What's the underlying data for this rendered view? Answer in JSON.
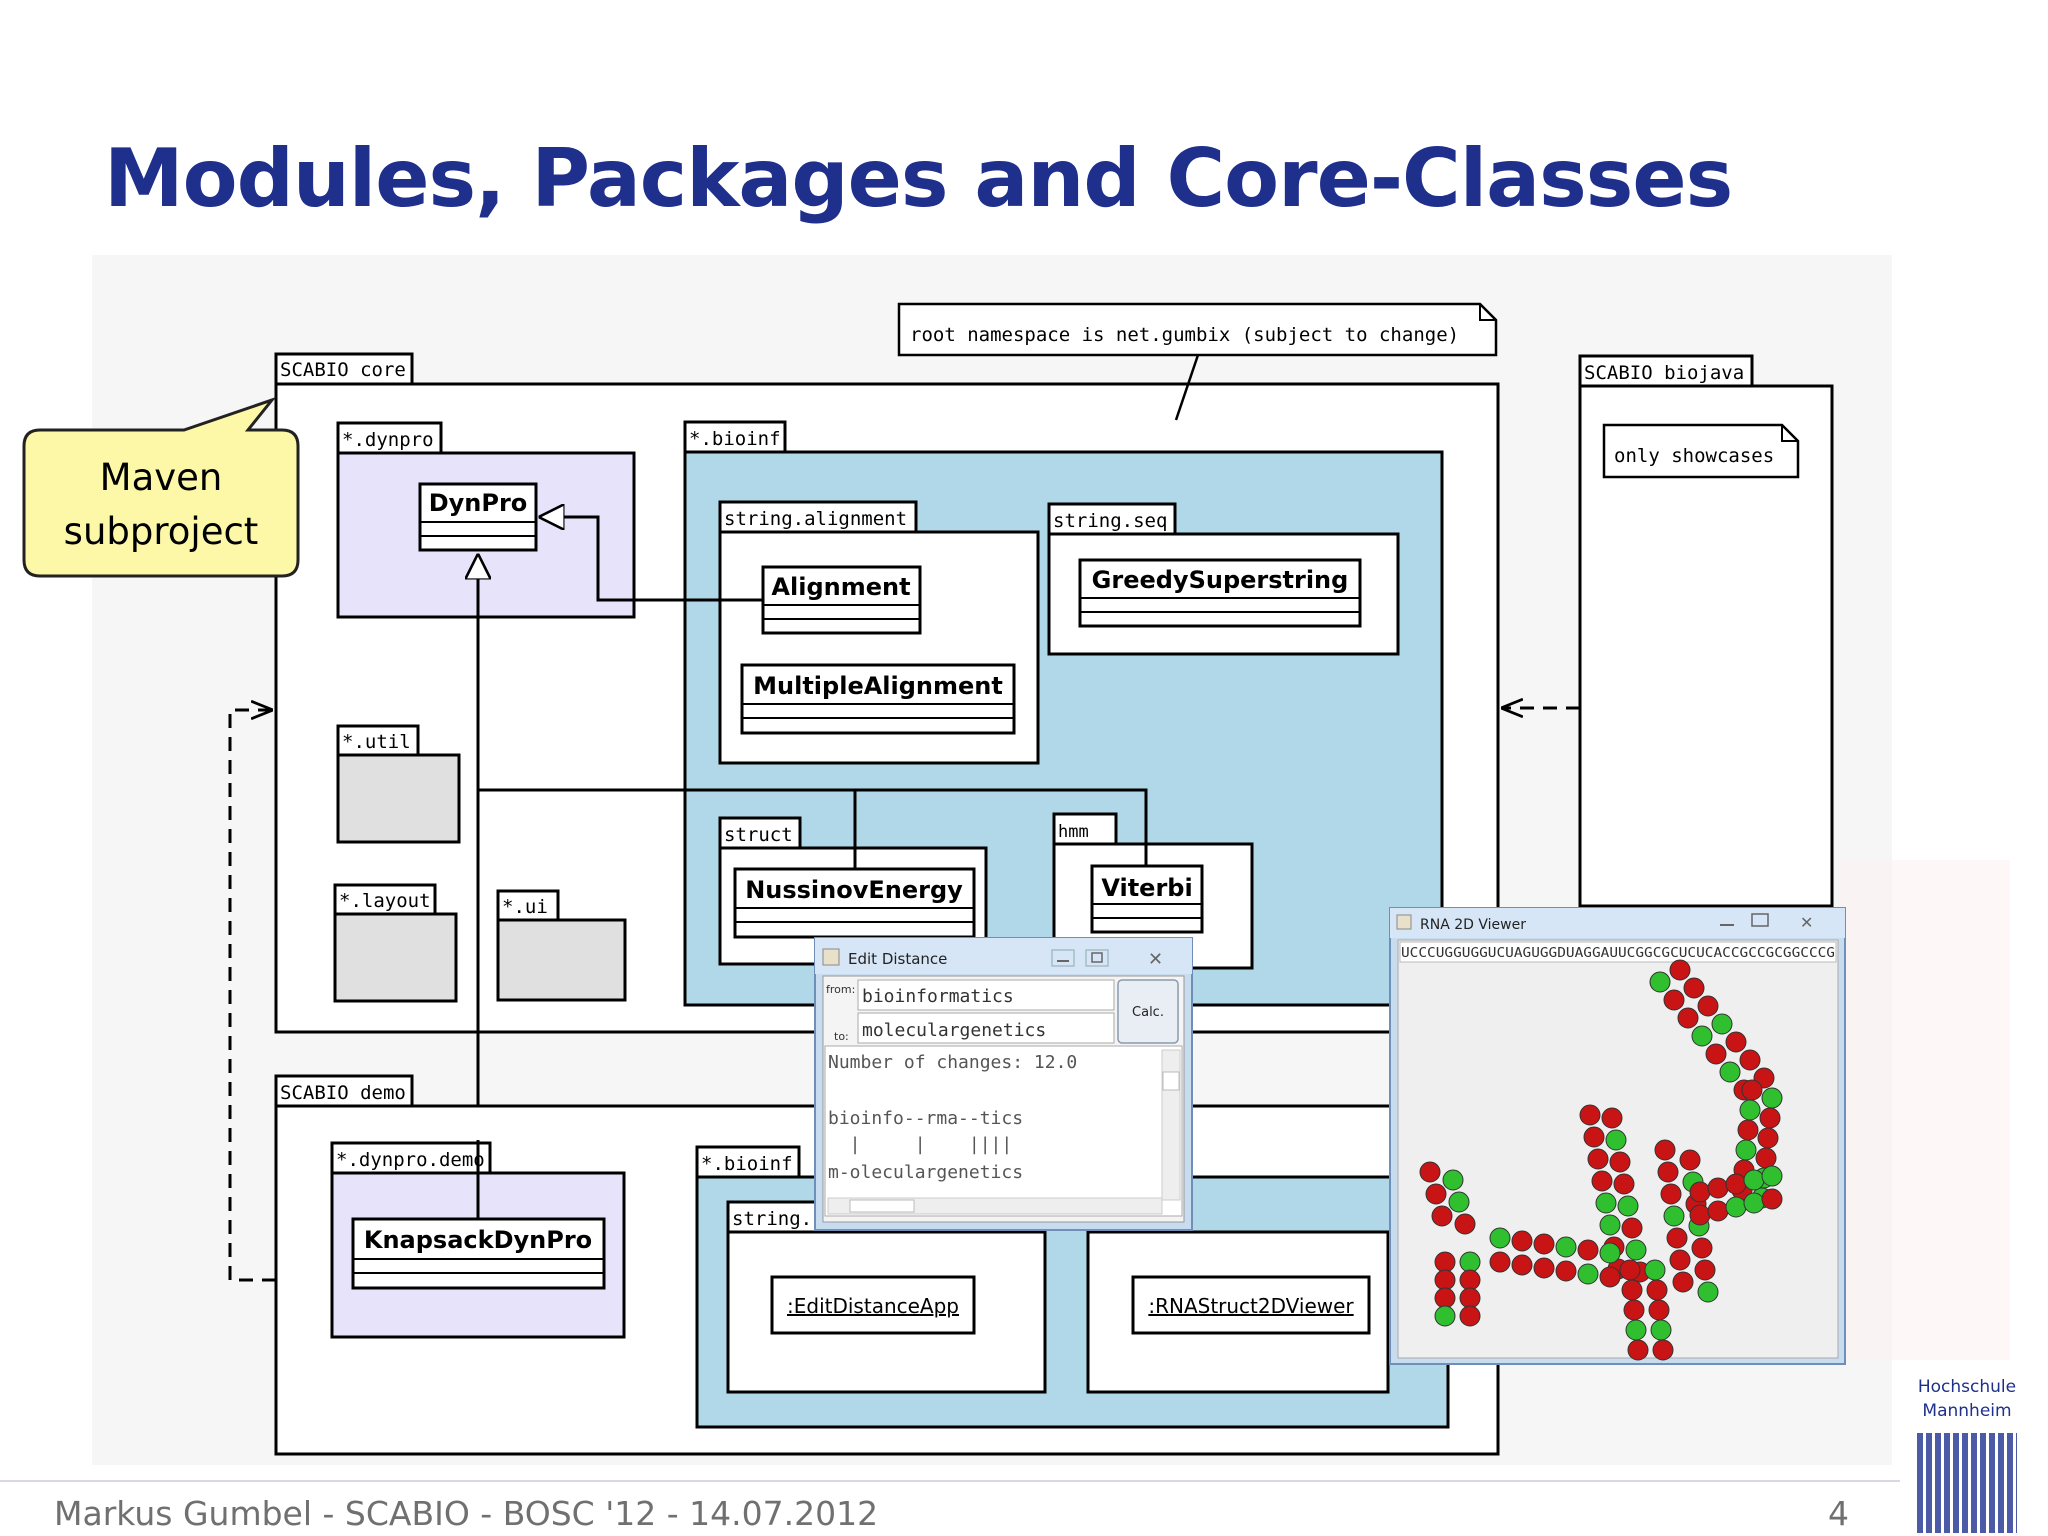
{
  "slide": {
    "title": "Modules, Packages and Core-Classes",
    "footer": "Markus Gumbel - SCABIO - BOSC '12 - 14.07.2012",
    "page_number": "4",
    "logo_line1": "Hochschule",
    "logo_line2": "Mannheim"
  },
  "callout": {
    "line1": "Maven",
    "line2": "subproject"
  },
  "notes": {
    "root_namespace": "root namespace is net.gumbix (subject to change)",
    "showcases": "only showcases"
  },
  "modules": {
    "core": "SCABIO core",
    "biojava": "SCABIO biojava",
    "demo": "SCABIO demo"
  },
  "packages": {
    "dynpro": "*.dynpro",
    "bioinf": "*.bioinf",
    "util": "*.util",
    "layout": "*.layout",
    "ui": "*.ui",
    "string_alignment": "string.alignment",
    "string_seq": "string.seq",
    "struct": "struct",
    "hmm": "hmm",
    "dynpro_demo": "*.dynpro.demo",
    "demo_bioinf": "*.bioinf",
    "demo_string": "string."
  },
  "classes": {
    "dynpro": "DynPro",
    "alignment": "Alignment",
    "multiple_alignment": "MultipleAlignment",
    "greedy": "GreedySuperstring",
    "nussinov": "NussinovEnergy",
    "viterbi": "Viterbi",
    "knapsack": "KnapsackDynPro",
    "edit_distance_app": ":EditDistanceApp",
    "rna_viewer_app": ":RNAStruct2DViewer"
  },
  "edit_distance_window": {
    "title": "Edit Distance",
    "from_label": "from:",
    "to_label": "to:",
    "from_value": "bioinformatics",
    "to_value": "moleculargenetics",
    "calc_button": "Calc.",
    "output_line1": "Number of changes: 12.0",
    "output_line2": "bioinfo--rma--tics",
    "output_line3": "  |     |    ||||",
    "output_line4": "m-oleculargenetics"
  },
  "rna_window": {
    "title": "RNA 2D Viewer",
    "sequence": "UCCCUGGUGGUCUAGUGGDUAGGAUUCGGCGCUCUCACCGCCGCGGCCCG"
  }
}
